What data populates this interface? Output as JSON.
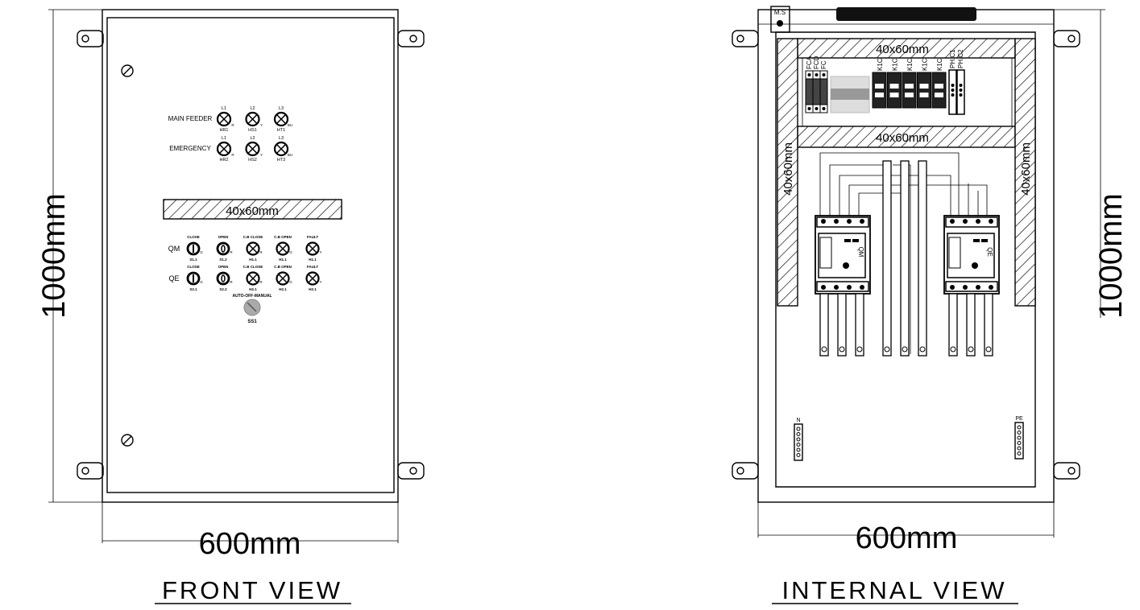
{
  "front": {
    "title": "FRONT VIEW",
    "width_label": "600mm",
    "height_label": "1000mm",
    "duct_label": "40x60mm",
    "pilot_rows": [
      {
        "label": "MAIN FEEDER",
        "lamps": [
          {
            "top": "L1",
            "bottom": "HR1",
            "color": "R"
          },
          {
            "top": "L2",
            "bottom": "HS1",
            "color": "Y"
          },
          {
            "top": "L3",
            "bottom": "HT1",
            "color": "BU"
          }
        ]
      },
      {
        "label": "EMERGENCY",
        "lamps": [
          {
            "top": "L1",
            "bottom": "HR2",
            "color": "R"
          },
          {
            "top": "L2",
            "bottom": "HS2",
            "color": "Y"
          },
          {
            "top": "L3",
            "bottom": "HT3",
            "color": "BU"
          }
        ]
      }
    ],
    "control_rows": [
      {
        "label": "QM",
        "items": [
          {
            "type": "button",
            "top": "CLOSE",
            "bottom": "S1.1",
            "color": "G"
          },
          {
            "type": "button-o",
            "top": "OPEN",
            "bottom": "S1.2",
            "color": "R"
          },
          {
            "type": "lamp",
            "top": "C.B CLOSE",
            "bottom": "H1.1",
            "color": "R"
          },
          {
            "type": "lamp",
            "top": "C.B OPEN",
            "bottom": "H1.1",
            "color": "G"
          },
          {
            "type": "lamp",
            "top": "FAULT",
            "bottom": "H1.1",
            "color": "Y"
          }
        ]
      },
      {
        "label": "QE",
        "items": [
          {
            "type": "button",
            "top": "CLOSE",
            "bottom": "S2.1",
            "color": "G"
          },
          {
            "type": "button-o",
            "top": "OPEN",
            "bottom": "S2.2",
            "color": "R"
          },
          {
            "type": "lamp",
            "top": "C.B CLOSE",
            "bottom": "H2.1",
            "color": "R"
          },
          {
            "type": "lamp",
            "top": "C.B OPEN",
            "bottom": "H2.1",
            "color": "G"
          },
          {
            "type": "lamp",
            "top": "FAULT",
            "bottom": "H2.1",
            "color": "Y"
          }
        ]
      }
    ],
    "selector": {
      "top": "AUTO-OFF-MANUAL",
      "bottom": "SS1"
    }
  },
  "internal": {
    "title": "INTERNAL VIEW",
    "width_label": "600mm",
    "height_label": "1000mm",
    "duct_labels": {
      "top": "40x60mm",
      "middle": "40x60mm",
      "left": "40x60mm",
      "right": "40x60mm"
    },
    "ms_label": "M.S",
    "fuse_labels": [
      "FCA",
      "FCD",
      "FC"
    ],
    "relay_labels": [
      "K1C",
      "K1C",
      "K1C",
      "K1C",
      "K1C"
    ],
    "phase_relay_labels": [
      "PH.C1",
      "PH.C2"
    ],
    "breakers": [
      {
        "label": "QM"
      },
      {
        "label": "QE"
      }
    ],
    "neutral_label": "N",
    "earth_label": "PE"
  },
  "colors": {
    "line": "#000000",
    "red": "#d00000",
    "yellow": "#c8a000",
    "blue": "#0050c0",
    "green": "#008000",
    "knob": "#aaaaaa"
  }
}
